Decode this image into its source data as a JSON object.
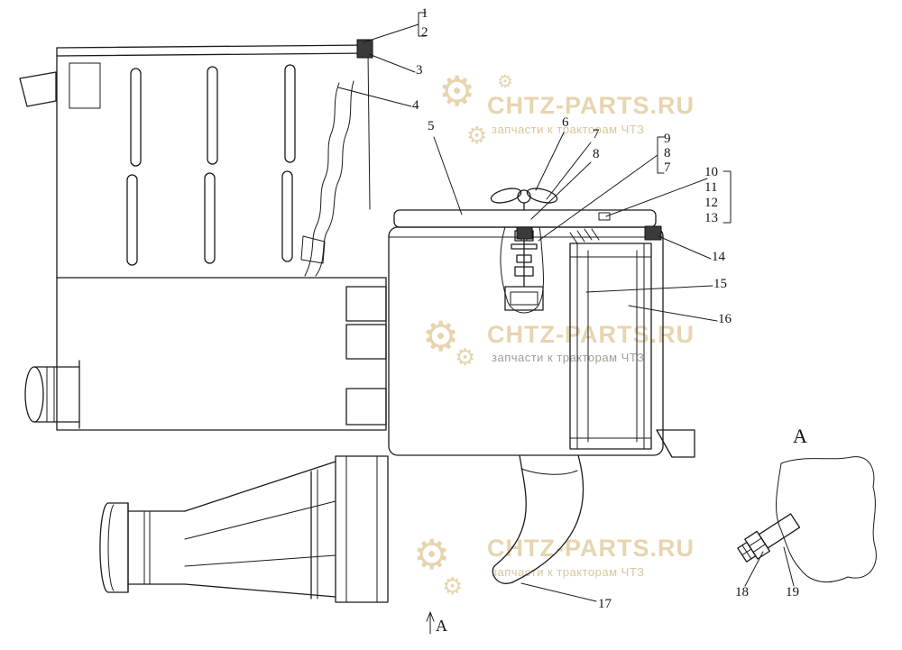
{
  "colors": {
    "line": "#1b1b1b",
    "watermark_tan": "#e7d5b0",
    "watermark_gray": "#a39d92",
    "background": "#ffffff"
  },
  "watermark": {
    "title": "CHTZ-PARTS.RU",
    "subtitle": "запчасти к тракторам ЧТЗ",
    "gear": "⚙"
  },
  "callouts": {
    "c1": "1",
    "c2": "2",
    "c3": "3",
    "c4": "4",
    "c5": "5",
    "c6": "6",
    "c7": "7",
    "c8": "8",
    "stack987": {
      "a": "9",
      "b": "8",
      "c": "7"
    },
    "stack1013": {
      "a": "10",
      "b": "11",
      "c": "12",
      "d": "13"
    },
    "c14": "14",
    "c15": "15",
    "c16": "16",
    "c17": "17",
    "c18": "18",
    "c19": "19"
  },
  "detail_view": {
    "label": "A"
  },
  "section_marker": {
    "label": "A"
  }
}
